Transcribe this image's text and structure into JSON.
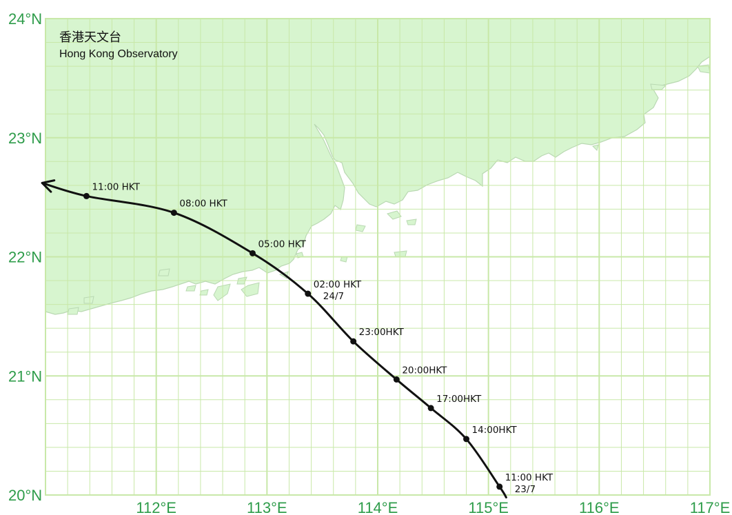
{
  "header": {
    "org_name_cn": "香港天文台",
    "org_name_en": "Hong Kong Observatory"
  },
  "map": {
    "lon_range": [
      111,
      117
    ],
    "lat_range": [
      20,
      24
    ],
    "minor_grid_deg": 0.2,
    "land_color": "#d7f5cf",
    "sea_color": "#ffffff",
    "grid_color": "#c8e8a8",
    "coast_color": "#b9d8b2",
    "label_color": "#2e9c4a",
    "track_color": "#111111"
  },
  "lat_labels": [
    {
      "value": 24,
      "text": "24°N"
    },
    {
      "value": 23,
      "text": "23°N"
    },
    {
      "value": 22,
      "text": "22°N"
    },
    {
      "value": 21,
      "text": "21°N"
    },
    {
      "value": 20,
      "text": "20°N"
    }
  ],
  "lon_labels": [
    {
      "value": 112,
      "text": "112°E"
    },
    {
      "value": 113,
      "text": "113°E"
    },
    {
      "value": 114,
      "text": "114°E"
    },
    {
      "value": 115,
      "text": "115°E"
    },
    {
      "value": 116,
      "text": "116°E"
    },
    {
      "value": 117,
      "text": "117°E"
    }
  ],
  "track": {
    "points": [
      {
        "lon": 115.1,
        "lat": 20.07,
        "time": "11:00 HKT",
        "date": "23/7"
      },
      {
        "lon": 114.8,
        "lat": 20.47,
        "time": "14:00HKT"
      },
      {
        "lon": 114.48,
        "lat": 20.73,
        "time": "17:00HKT"
      },
      {
        "lon": 114.17,
        "lat": 20.97,
        "time": "20:00HKT"
      },
      {
        "lon": 113.78,
        "lat": 21.29,
        "time": "23:00HKT"
      },
      {
        "lon": 113.37,
        "lat": 21.69,
        "time": "02:00 HKT",
        "date": "24/7"
      },
      {
        "lon": 112.87,
        "lat": 22.03,
        "time": "05:00 HKT"
      },
      {
        "lon": 112.16,
        "lat": 22.37,
        "time": "08:00 HKT"
      },
      {
        "lon": 111.37,
        "lat": 22.51,
        "time": "11:00 HKT"
      }
    ],
    "start": {
      "lon": 115.16,
      "lat": 19.98
    },
    "end": {
      "lon": 110.97,
      "lat": 22.62
    }
  }
}
